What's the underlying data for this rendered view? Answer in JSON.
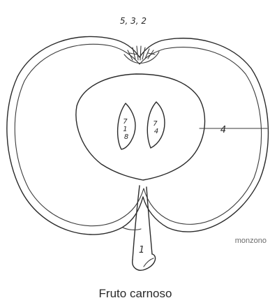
{
  "diagram": {
    "labels": {
      "top": "5, 3, 2",
      "seed_left": "7\n1\n8",
      "seed_right": "7\n4",
      "pulp": "4",
      "stalk": "1"
    },
    "author": "monzono",
    "caption": "Fruto carnoso"
  }
}
